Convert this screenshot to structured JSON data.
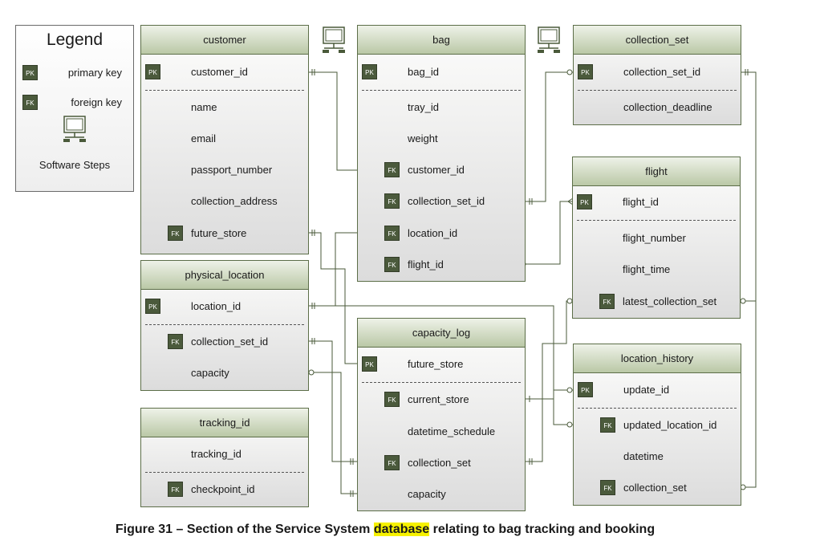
{
  "legend": {
    "title": "Legend",
    "items": [
      {
        "badge": "PK",
        "label": "primary key"
      },
      {
        "badge": "FK",
        "label": "foreign key"
      }
    ],
    "software_steps_label": "Software Steps"
  },
  "tables": {
    "customer": {
      "name": "customer",
      "fields": [
        {
          "key": "PK",
          "name": "customer_id"
        },
        {
          "key": "",
          "name": "name"
        },
        {
          "key": "",
          "name": "email"
        },
        {
          "key": "",
          "name": "passport_number"
        },
        {
          "key": "",
          "name": "collection_address"
        },
        {
          "key": "FK",
          "name": "future_store"
        }
      ]
    },
    "bag": {
      "name": "bag",
      "fields": [
        {
          "key": "PK",
          "name": "bag_id"
        },
        {
          "key": "",
          "name": "tray_id"
        },
        {
          "key": "",
          "name": "weight"
        },
        {
          "key": "FK",
          "name": "customer_id"
        },
        {
          "key": "FK",
          "name": "collection_set_id"
        },
        {
          "key": "FK",
          "name": "location_id"
        },
        {
          "key": "FK",
          "name": "flight_id"
        }
      ]
    },
    "collection_set": {
      "name": "collection_set",
      "fields": [
        {
          "key": "PK",
          "name": "collection_set_id"
        },
        {
          "key": "",
          "name": "collection_deadline"
        }
      ]
    },
    "flight": {
      "name": "flight",
      "fields": [
        {
          "key": "PK",
          "name": "flight_id"
        },
        {
          "key": "",
          "name": "flight_number"
        },
        {
          "key": "",
          "name": "flight_time"
        },
        {
          "key": "FK",
          "name": "latest_collection_set"
        }
      ]
    },
    "physical_location": {
      "name": "physical_location",
      "fields": [
        {
          "key": "PK",
          "name": "location_id"
        },
        {
          "key": "FK",
          "name": "collection_set_id"
        },
        {
          "key": "",
          "name": "capacity"
        }
      ]
    },
    "capacity_log": {
      "name": "capacity_log",
      "fields": [
        {
          "key": "PK",
          "name": "future_store"
        },
        {
          "key": "FK",
          "name": "current_store"
        },
        {
          "key": "",
          "name": "datetime_schedule"
        },
        {
          "key": "FK",
          "name": "collection_set"
        },
        {
          "key": "",
          "name": "capacity"
        }
      ]
    },
    "location_history": {
      "name": "location_history",
      "fields": [
        {
          "key": "PK",
          "name": "update_id"
        },
        {
          "key": "FK",
          "name": "updated_location_id"
        },
        {
          "key": "",
          "name": "datetime"
        },
        {
          "key": "FK",
          "name": "collection_set"
        }
      ]
    },
    "tracking_id": {
      "name": "tracking_id",
      "fields": [
        {
          "key": "",
          "name": "tracking_id"
        },
        {
          "key": "FK",
          "name": "checkpoint_id"
        }
      ]
    }
  },
  "caption": {
    "before": "Figure 31 – Section of the Service System ",
    "highlight": "database",
    "after": " relating to bag tracking and booking"
  },
  "colors": {
    "header_top": "#eef2e8",
    "header_bottom": "#bac8a6",
    "border": "#5c6e48",
    "key_badge": "#4b5a3c",
    "highlight": "#f6f100"
  }
}
